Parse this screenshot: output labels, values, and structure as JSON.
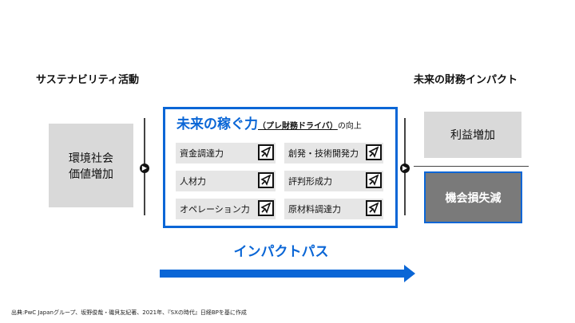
{
  "left_title": "サステナビリティ活動",
  "right_title": "未来の財務インパクト",
  "left_box": {
    "line1": "環境社会",
    "line2": "価値増加"
  },
  "center": {
    "heading": "未来の稼ぐ力",
    "sub": "（プレ財務ドライバ）",
    "suffix": "の向上",
    "items": [
      "資金調達力",
      "創発・技術開発力",
      "人材力",
      "評判形成力",
      "オペレーション力",
      "原材料調達力"
    ]
  },
  "right_boxes": [
    "利益増加",
    "機会損失減"
  ],
  "path_label": "インパクトパス",
  "source": "出典:PwC Japanグループ、坂野俊哉・磯貝友紀著、2021年、『SXの時代』日経BPを基に作成",
  "colors": {
    "accent": "#0a66d6",
    "dark_box": "#7a7a7a"
  }
}
